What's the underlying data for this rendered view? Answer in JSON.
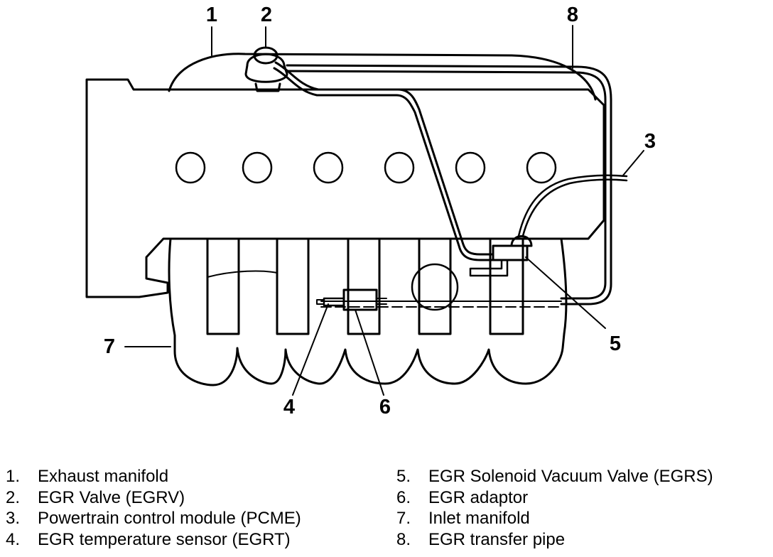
{
  "callouts": [
    {
      "id": "exhaust-manifold",
      "num": "1"
    },
    {
      "id": "egr-valve",
      "num": "2"
    },
    {
      "id": "pcm",
      "num": "3"
    },
    {
      "id": "egr-temp-sensor",
      "num": "4"
    },
    {
      "id": "egr-solenoid",
      "num": "5"
    },
    {
      "id": "egr-adaptor",
      "num": "6"
    },
    {
      "id": "inlet-manifold",
      "num": "7"
    },
    {
      "id": "egr-transfer-pipe",
      "num": "8"
    }
  ],
  "legend": [
    {
      "num": "1.",
      "text": "Exhaust manifold"
    },
    {
      "num": "2.",
      "text": "EGR Valve (EGRV)"
    },
    {
      "num": "3.",
      "text": "Powertrain control module (PCME)"
    },
    {
      "num": "4.",
      "text": "EGR temperature sensor (EGRT)"
    },
    {
      "num": "5.",
      "text": "EGR Solenoid Vacuum Valve (EGRS)"
    },
    {
      "num": "6.",
      "text": "EGR adaptor"
    },
    {
      "num": "7.",
      "text": "Inlet manifold"
    },
    {
      "num": "8.",
      "text": "EGR transfer pipe"
    }
  ]
}
